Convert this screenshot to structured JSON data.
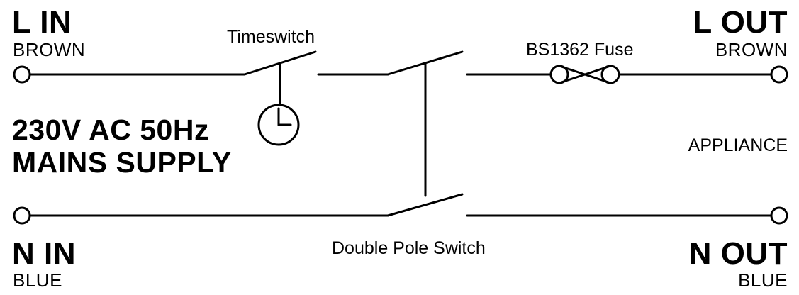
{
  "terminals": {
    "l_in": {
      "title": "L IN",
      "color_name": "BROWN"
    },
    "n_in": {
      "title": "N IN",
      "color_name": "BLUE"
    },
    "l_out": {
      "title": "L OUT",
      "color_name": "BROWN"
    },
    "n_out": {
      "title": "N OUT",
      "color_name": "BLUE"
    }
  },
  "supply": {
    "line1": "230V AC 50Hz",
    "line2": "MAINS SUPPLY"
  },
  "components": {
    "timeswitch": "Timeswitch",
    "fuse": "BS1362 Fuse",
    "double_pole_switch": "Double Pole Switch",
    "appliance": "APPLIANCE"
  },
  "icons": {
    "terminal": "terminal-circle-icon",
    "clock": "clock-icon",
    "fuse": "fuse-symbol-icon",
    "switch": "switch-contact-icon"
  },
  "colors": {
    "line": "#000000",
    "background": "#ffffff"
  }
}
